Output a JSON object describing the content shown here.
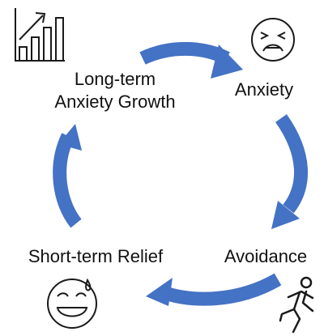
{
  "diagram": {
    "nodes": {
      "growth": {
        "line1": "Long-term",
        "line2": "Anxiety Growth",
        "icon": "bar-chart-growth-icon"
      },
      "anxiety": {
        "label": "Anxiety",
        "icon": "distressed-face-icon"
      },
      "avoidance": {
        "label": "Avoidance",
        "icon": "running-person-icon"
      },
      "relief": {
        "label": "Short-term Relief",
        "icon": "relieved-smiling-face-icon"
      }
    },
    "colors": {
      "arrow": "#4472c4",
      "icon": "#1a1a1a",
      "text": "#111111"
    }
  }
}
